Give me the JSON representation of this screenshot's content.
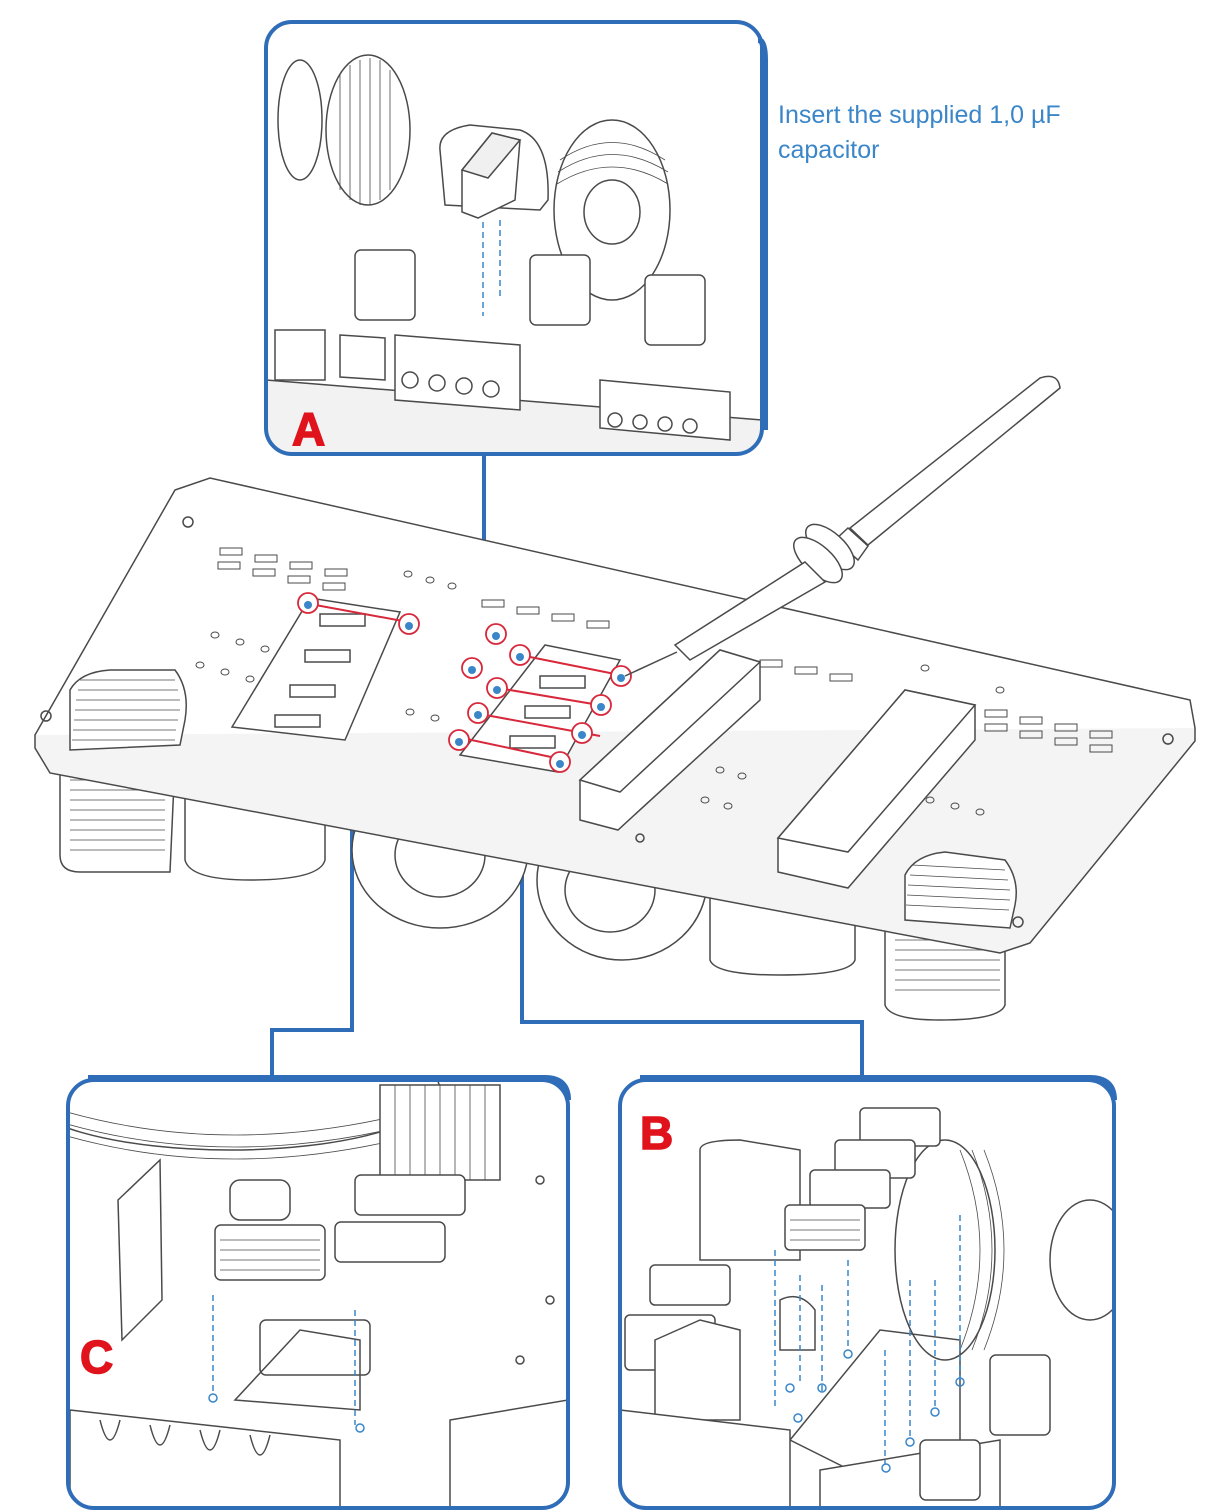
{
  "caption": "Insert the supplied 1,0 µF capacitor",
  "panels": {
    "a": {
      "label": "A"
    },
    "b": {
      "label": "B"
    },
    "c": {
      "label": "C"
    }
  },
  "colors": {
    "frame_blue": "#2f6db8",
    "caption_blue": "#3a86c8",
    "label_red": "#e0121b",
    "marker_red": "#d8283b",
    "line_art": "#4a4a4a"
  }
}
